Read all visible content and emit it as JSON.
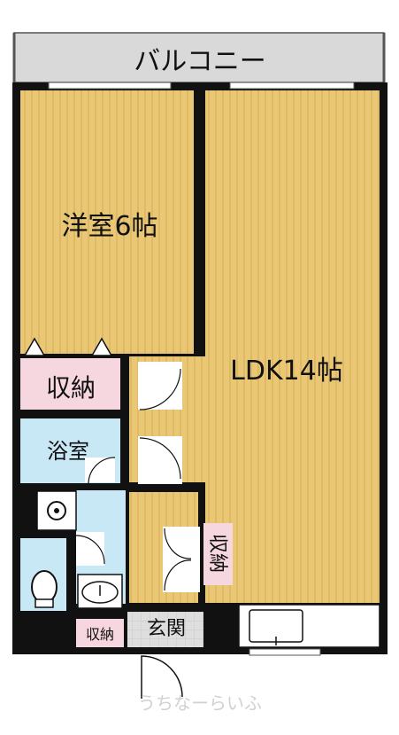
{
  "floorplan": {
    "balcony": "バルコニー",
    "western_room": "洋室6帖",
    "ldk": "LDK14帖",
    "closet_main": "収納",
    "bath": "浴室",
    "closet_side": "収納",
    "closet_small": "収納",
    "entrance": "玄関",
    "watermark": "うちなーらいふ"
  },
  "colors": {
    "wood": "#e9c775",
    "wood_stripe": "#d5ad52",
    "wall": "#111111",
    "balcony": "#d9d9d9",
    "closet": "#f6d6df",
    "bath": "#c9e8f5",
    "hall_floor": "#dedede"
  }
}
